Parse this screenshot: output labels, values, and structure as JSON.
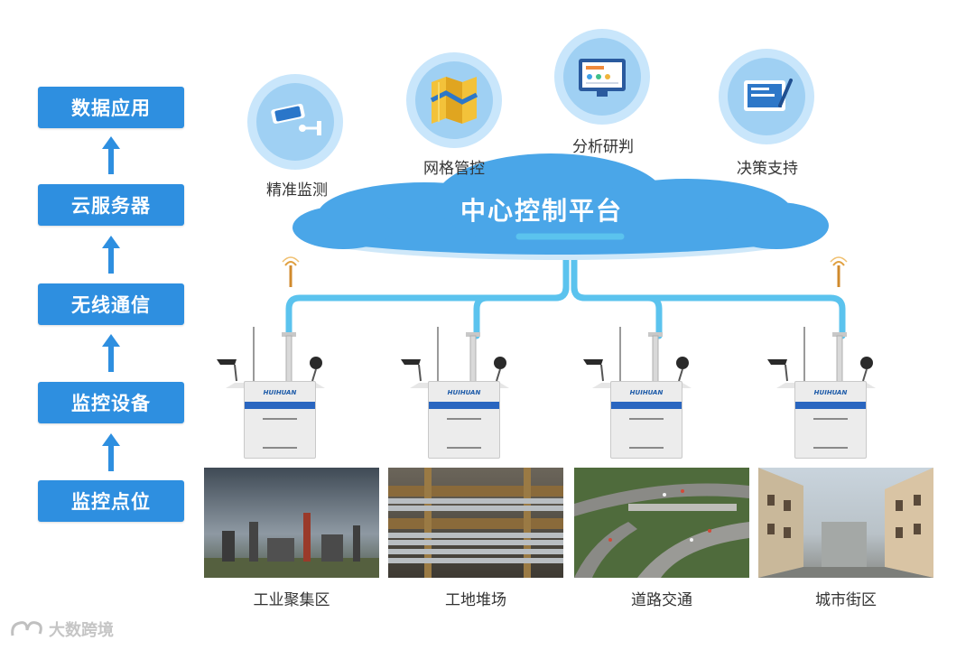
{
  "stack": [
    "数据应用",
    "云服务器",
    "无线通信",
    "监控设备",
    "监控点位"
  ],
  "center": {
    "title": "中心控制平台"
  },
  "features": [
    {
      "label": "精准监测",
      "icon": "camera-icon"
    },
    {
      "label": "网格管控",
      "icon": "grid-map-icon"
    },
    {
      "label": "分析研判",
      "icon": "monitor-icon"
    },
    {
      "label": "决策支持",
      "icon": "pen-tablet-icon"
    }
  ],
  "device": {
    "brand": "HUIHUAN"
  },
  "scenes": [
    "工业聚集区",
    "工地堆场",
    "道路交通",
    "城市街区"
  ],
  "watermark": "大数跨境",
  "colors": {
    "accent": "#2e8fe0",
    "cloud": "#4aa6e8",
    "pipe": "#5bc3ee"
  }
}
